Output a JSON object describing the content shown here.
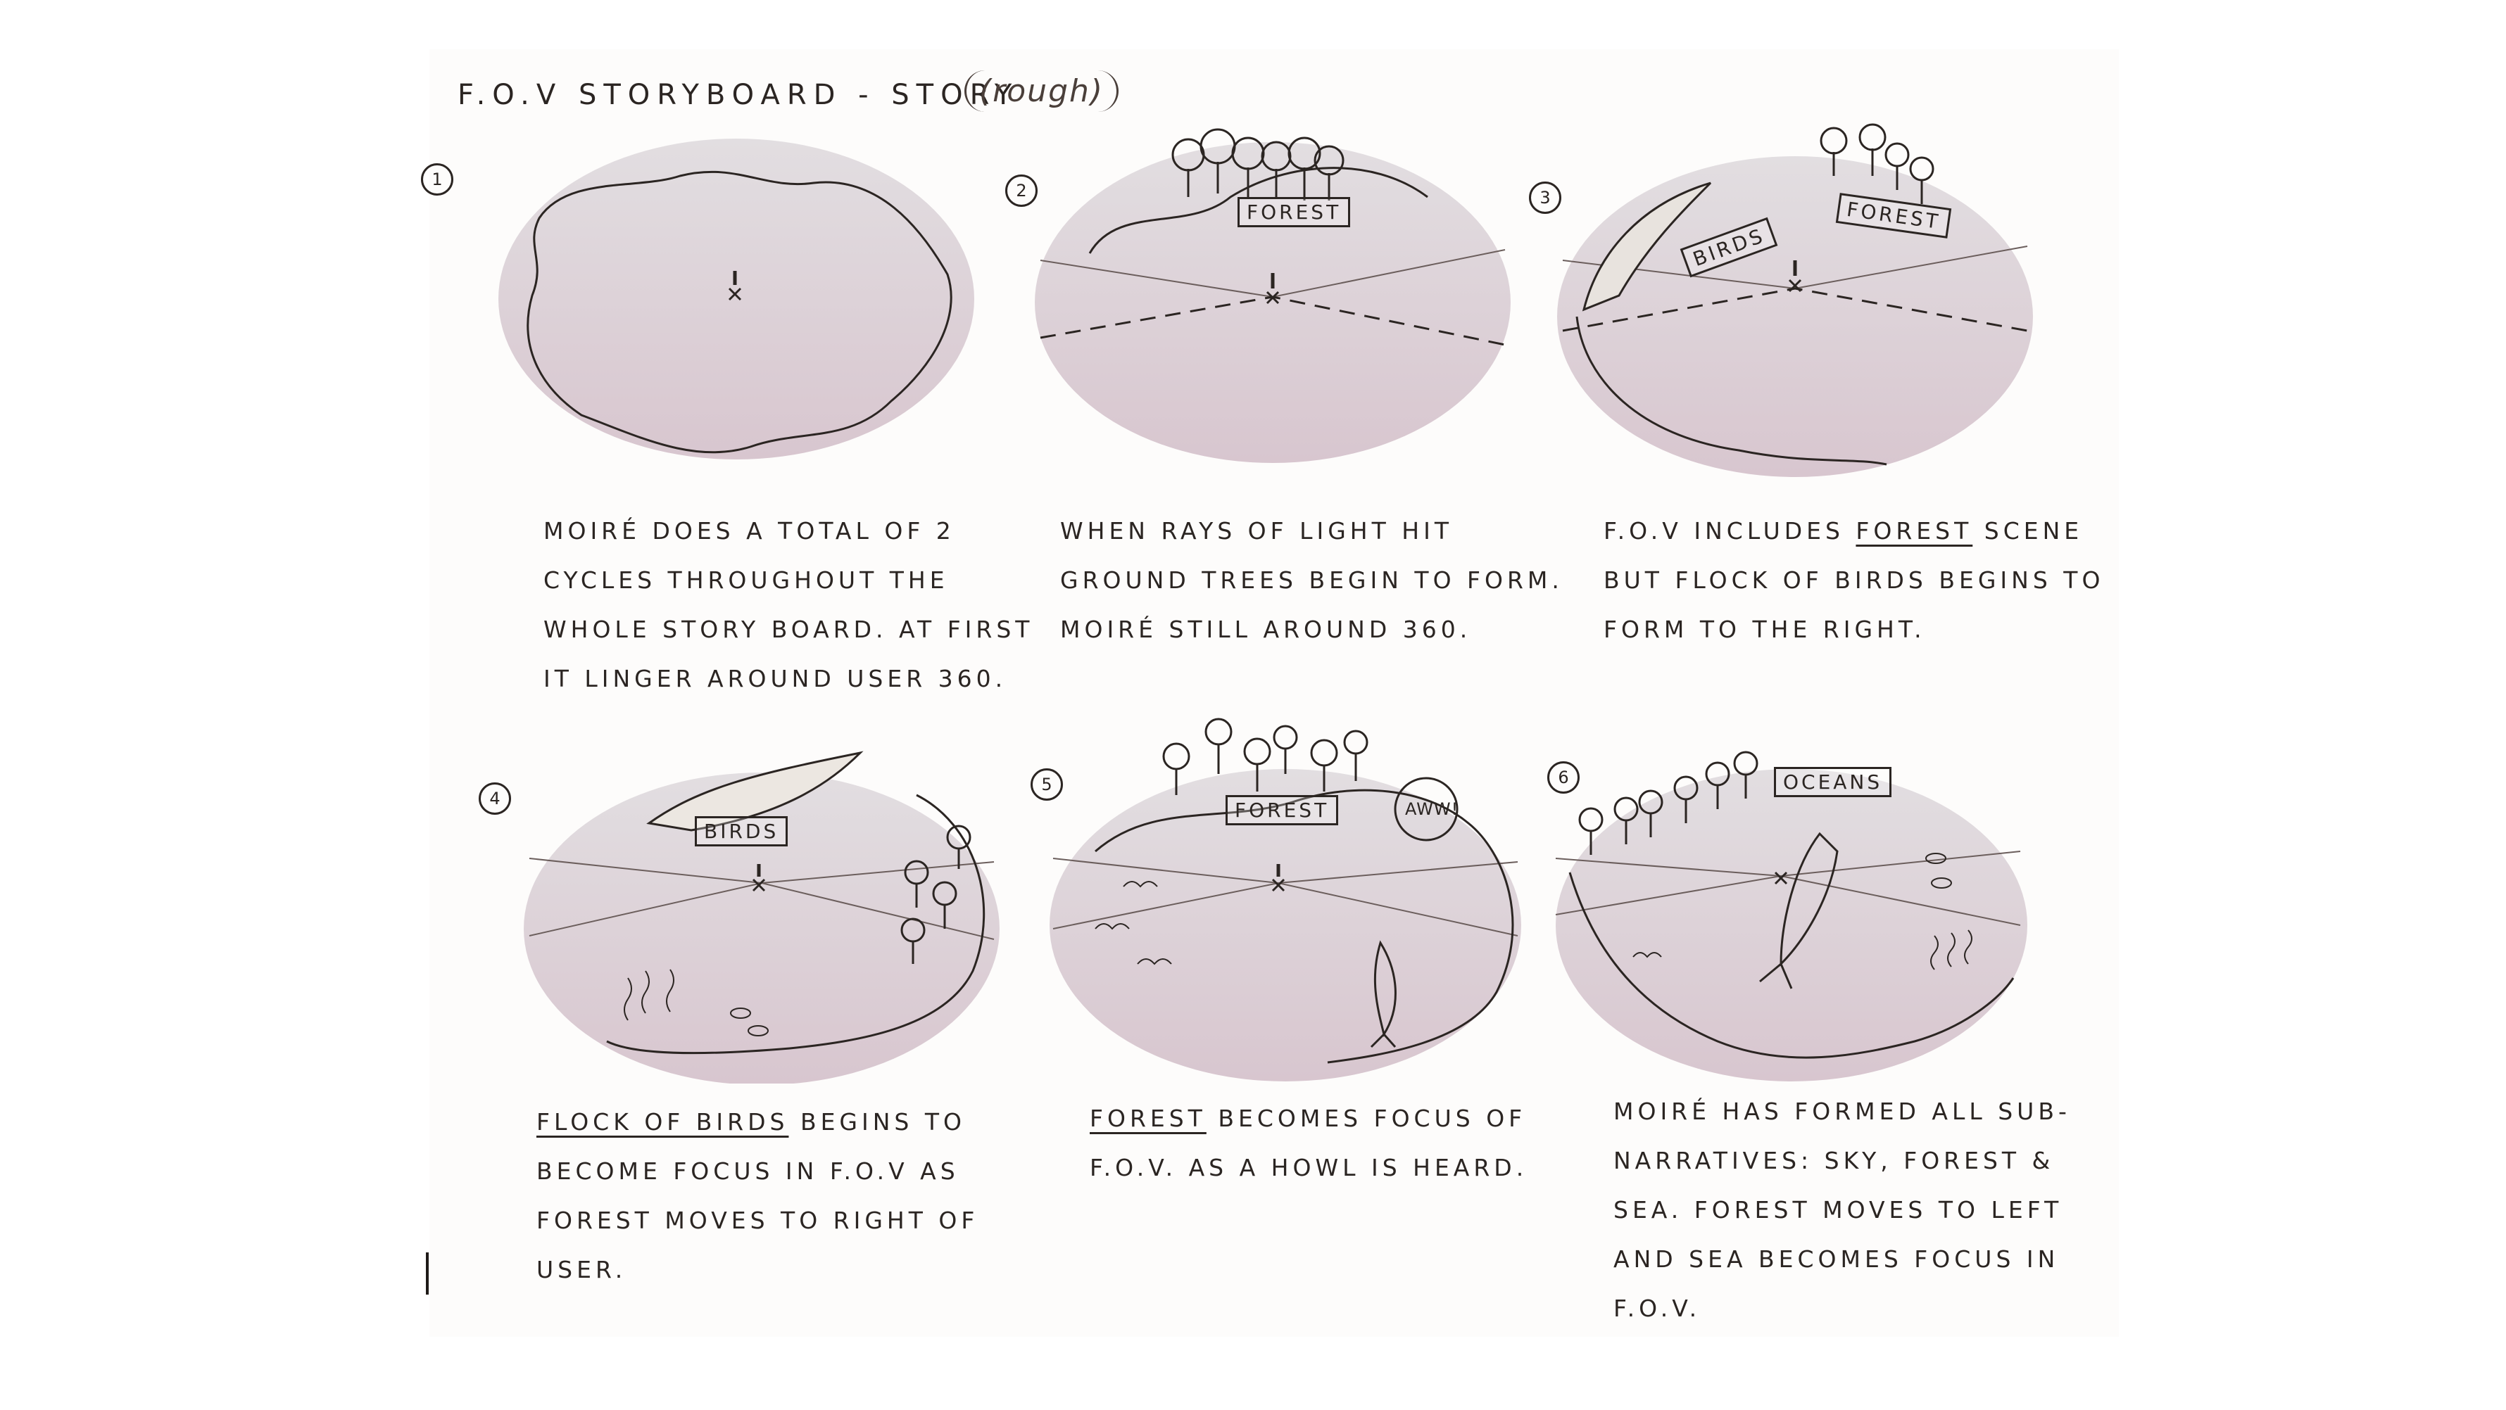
{
  "title": "F.O.V STORYBOARD - STORY",
  "title_note": "(rough)",
  "colors": {
    "oval_top": "#dcd9dc",
    "oval_bottom": "#d9c7d0",
    "ink": "#2b2522",
    "paper": "#fdfcfb"
  },
  "panels": [
    {
      "number": "1",
      "labels": [],
      "caption": "MOIRÉ DOES A TOTAL OF 2 cycles throughout the whole story board. AT FIRST IT LINGER AROUND USER 360."
    },
    {
      "number": "2",
      "labels": [
        "FOREST"
      ],
      "caption": "WHEN RAYS OF LIGHT HIT GROUND TREES BEGIN TO FORM. MOIRÉ STILL AROUND 360."
    },
    {
      "number": "3",
      "labels": [
        "BIRDS",
        "FOREST"
      ],
      "caption_parts": [
        "F.O.V INCLUDES ",
        "FOREST",
        " SCENE BUT FLOCK OF BIRDS BEGINS TO FORM TO THE RIGHT."
      ]
    },
    {
      "number": "4",
      "labels": [
        "BIRDS"
      ],
      "caption_parts": [
        "FLOCK OF BIRDS",
        " BEGINS TO BECOME FOCUS IN F.O.V AS FOREST MOVES TO RIGHT OF USER."
      ]
    },
    {
      "number": "5",
      "labels": [
        "FOREST"
      ],
      "sound": "AWW!",
      "caption_parts": [
        "FOREST",
        " BECOMES FOCUS OF F.O.V. AS A HOWL IS HEARD."
      ]
    },
    {
      "number": "6",
      "labels": [
        "OCEANS"
      ],
      "caption": "MOIRÉ HAS FORMED ALL SUB-NARRATIVES: SKY, FOREST & SEA. FOREST MOVES TO LEFT AND SEA BECOMES FOCUS IN F.O.V."
    }
  ]
}
